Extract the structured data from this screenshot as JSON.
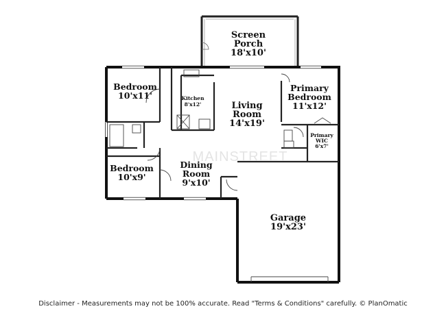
{
  "rooms": {
    "screen_porch": {
      "line1": "Screen",
      "line2": "Porch",
      "dims": "18'x10'"
    },
    "bedroom_top": {
      "name": "Bedroom",
      "dims": "10'x11'"
    },
    "kitchen": {
      "name": "Kitchen",
      "dims": "8'x12'"
    },
    "living_room": {
      "line1": "Living",
      "line2": "Room",
      "dims": "14'x19'"
    },
    "primary_bedroom": {
      "line1": "Primary",
      "line2": "Bedroom",
      "dims": "11'x12'"
    },
    "primary_wic": {
      "line1": "Primary",
      "line2": "WIC",
      "dims": "6'x7'"
    },
    "bedroom_bottom": {
      "name": "Bedroom",
      "dims": "10'x9'"
    },
    "dining_room": {
      "line1": "Dining",
      "line2": "Room",
      "dims": "9'x10'"
    },
    "garage": {
      "name": "Garage",
      "dims": "19'x23'"
    }
  },
  "watermark": "MAINSTREET",
  "disclaimer": "Disclaimer - Measurements may not be 100% accurate. Read \"Terms & Conditions\" carefully. © PlanOmatic"
}
